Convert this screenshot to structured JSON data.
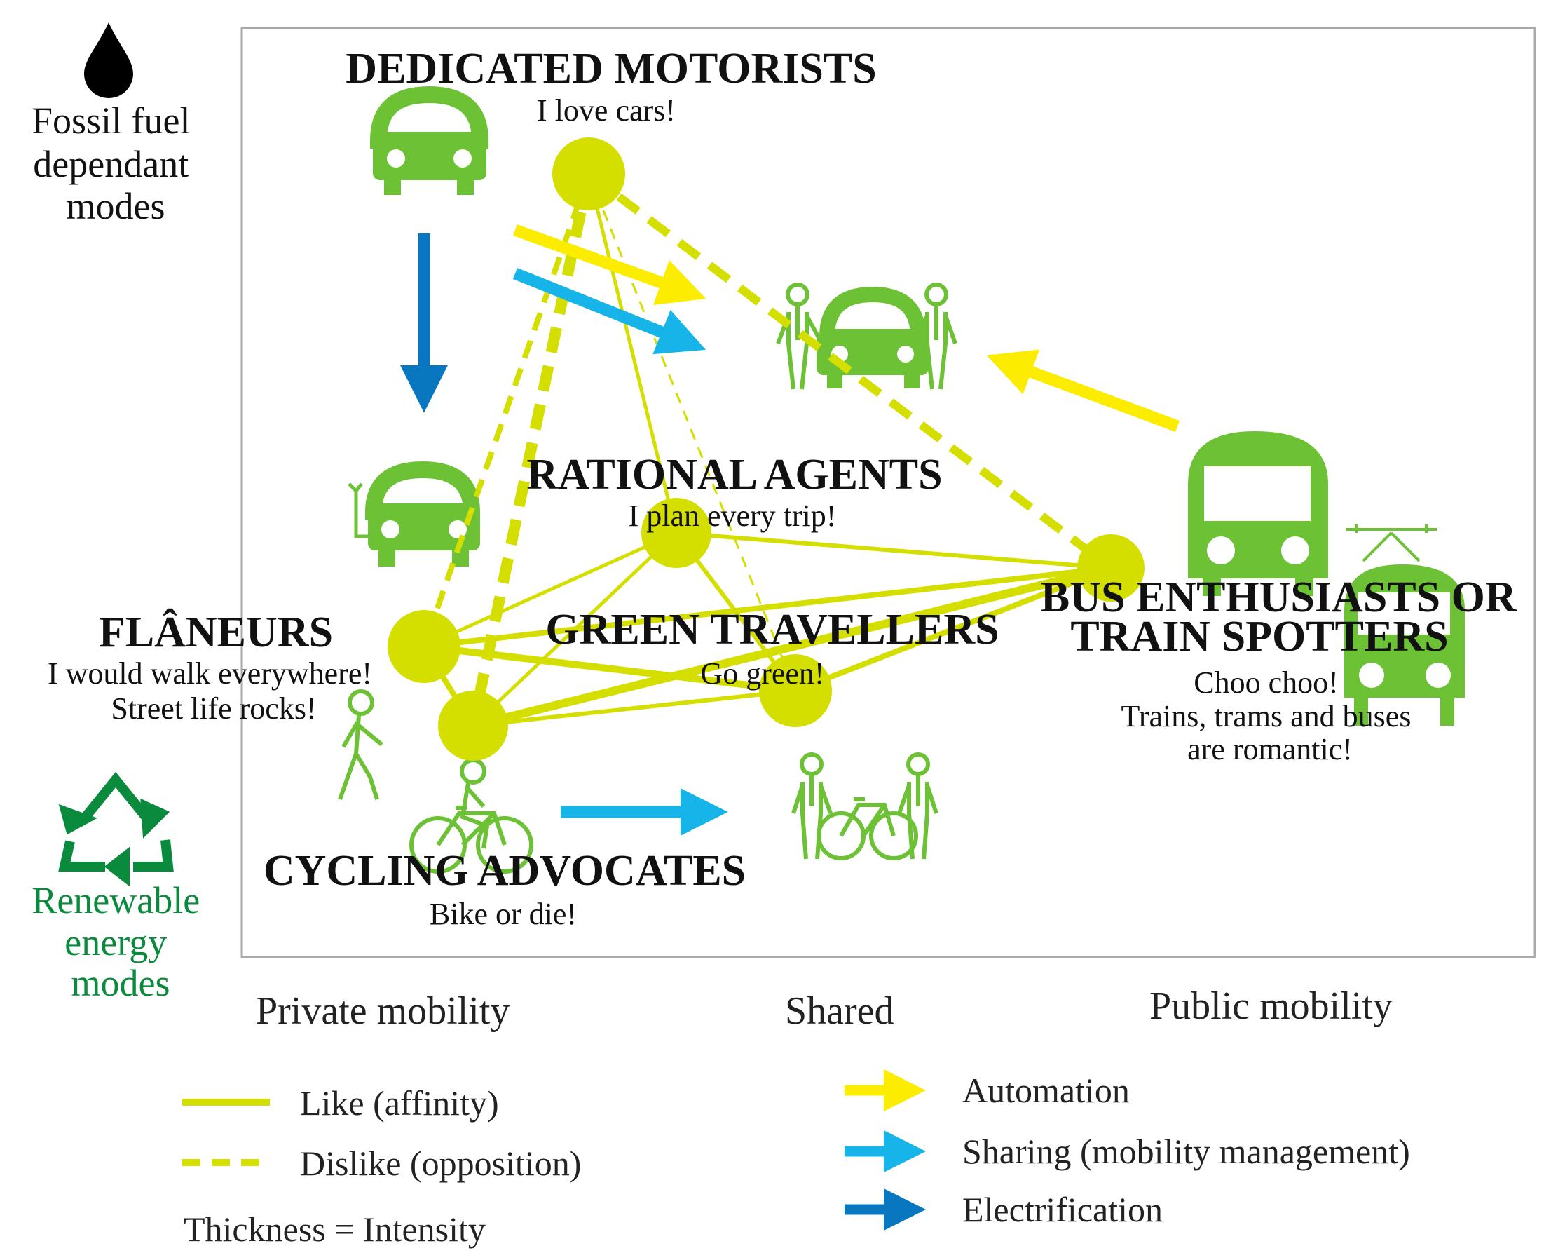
{
  "colors": {
    "node": "#d4df00",
    "icon_green": "#6cc135",
    "automation": "#fbec00",
    "sharing": "#16b4e8",
    "electrification": "#0877bf",
    "renewable": "#0a8a3c",
    "frame": "#aaaaaa"
  },
  "side": {
    "fossil": [
      "Fossil fuel",
      "dependant",
      "modes"
    ],
    "renewable": [
      "Renewable",
      "energy",
      "modes"
    ]
  },
  "axis": {
    "private": "Private mobility",
    "shared": "Shared",
    "public": "Public mobility"
  },
  "groups": {
    "motorists": {
      "name": "DEDICATED MOTORISTS",
      "quote": "I love cars!"
    },
    "rational": {
      "name": "RATIONAL AGENTS",
      "quote": "I plan every trip!"
    },
    "flaneurs": {
      "name": "FLÂNEURS",
      "quote": [
        "I would walk everywhere!",
        "Street life rocks!"
      ]
    },
    "green": {
      "name": "GREEN TRAVELLERS",
      "quote": "Go green!"
    },
    "bus": {
      "name": [
        "BUS ENTHUSIASTS OR",
        "TRAIN SPOTTERS"
      ],
      "quote": [
        "Choo choo!",
        "Trains, trams and buses",
        "are romantic!"
      ]
    },
    "cycling": {
      "name": "CYCLING ADVOCATES",
      "quote": "Bike or die!"
    }
  },
  "legend": {
    "like": "Like (affinity)",
    "dislike": "Dislike (opposition)",
    "thickness": "Thickness = Intensity",
    "automation": "Automation",
    "sharing": "Sharing (mobility management)",
    "electrification": "Electrification"
  },
  "icons": [
    "fuel-drop-icon",
    "car-icon",
    "electric-car-icon",
    "shared-car-icon",
    "bus-icon",
    "tram-icon",
    "pedestrian-icon",
    "cyclist-icon",
    "shared-bike-icon",
    "recycle-icon"
  ]
}
